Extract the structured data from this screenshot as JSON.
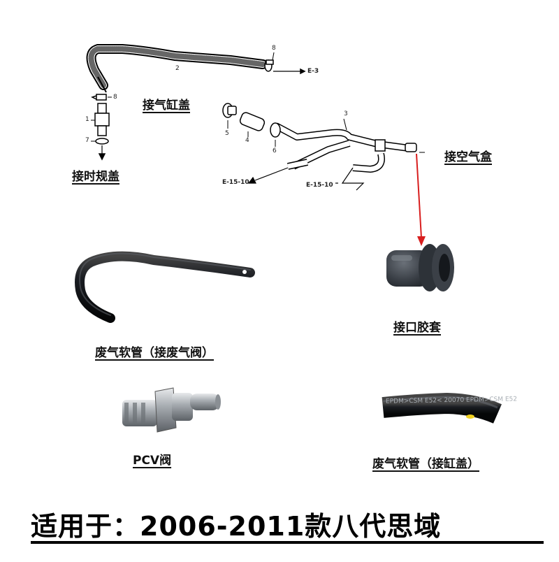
{
  "labels": {
    "cylinder_cover": "接气缸盖",
    "timing_cover": "接时规盖",
    "air_box": "接空气盒",
    "grommet": "接口胶套",
    "hose_valve": "废气软管（接废气阀）",
    "pcv_valve": "PCV阀",
    "hose_cover": "废气软管（接缸盖）"
  },
  "parts": {
    "n1": "1",
    "n2": "2",
    "n3": "3",
    "n4": "4",
    "n5": "5",
    "n6": "6",
    "n7": "7",
    "n8a": "8",
    "n8b": "8"
  },
  "refs": {
    "e3": "E-3",
    "e15a": "E-15-10",
    "e15b": "E-15-10"
  },
  "hose_print": "EPDM>CSM E52< 20070 EPDM>CSM E52",
  "footer": "适用于：2006-2011款八代思域",
  "colors": {
    "pointer": "#d81e1e",
    "rubber": "#1c1f24",
    "steel": "#9aa0a6"
  }
}
